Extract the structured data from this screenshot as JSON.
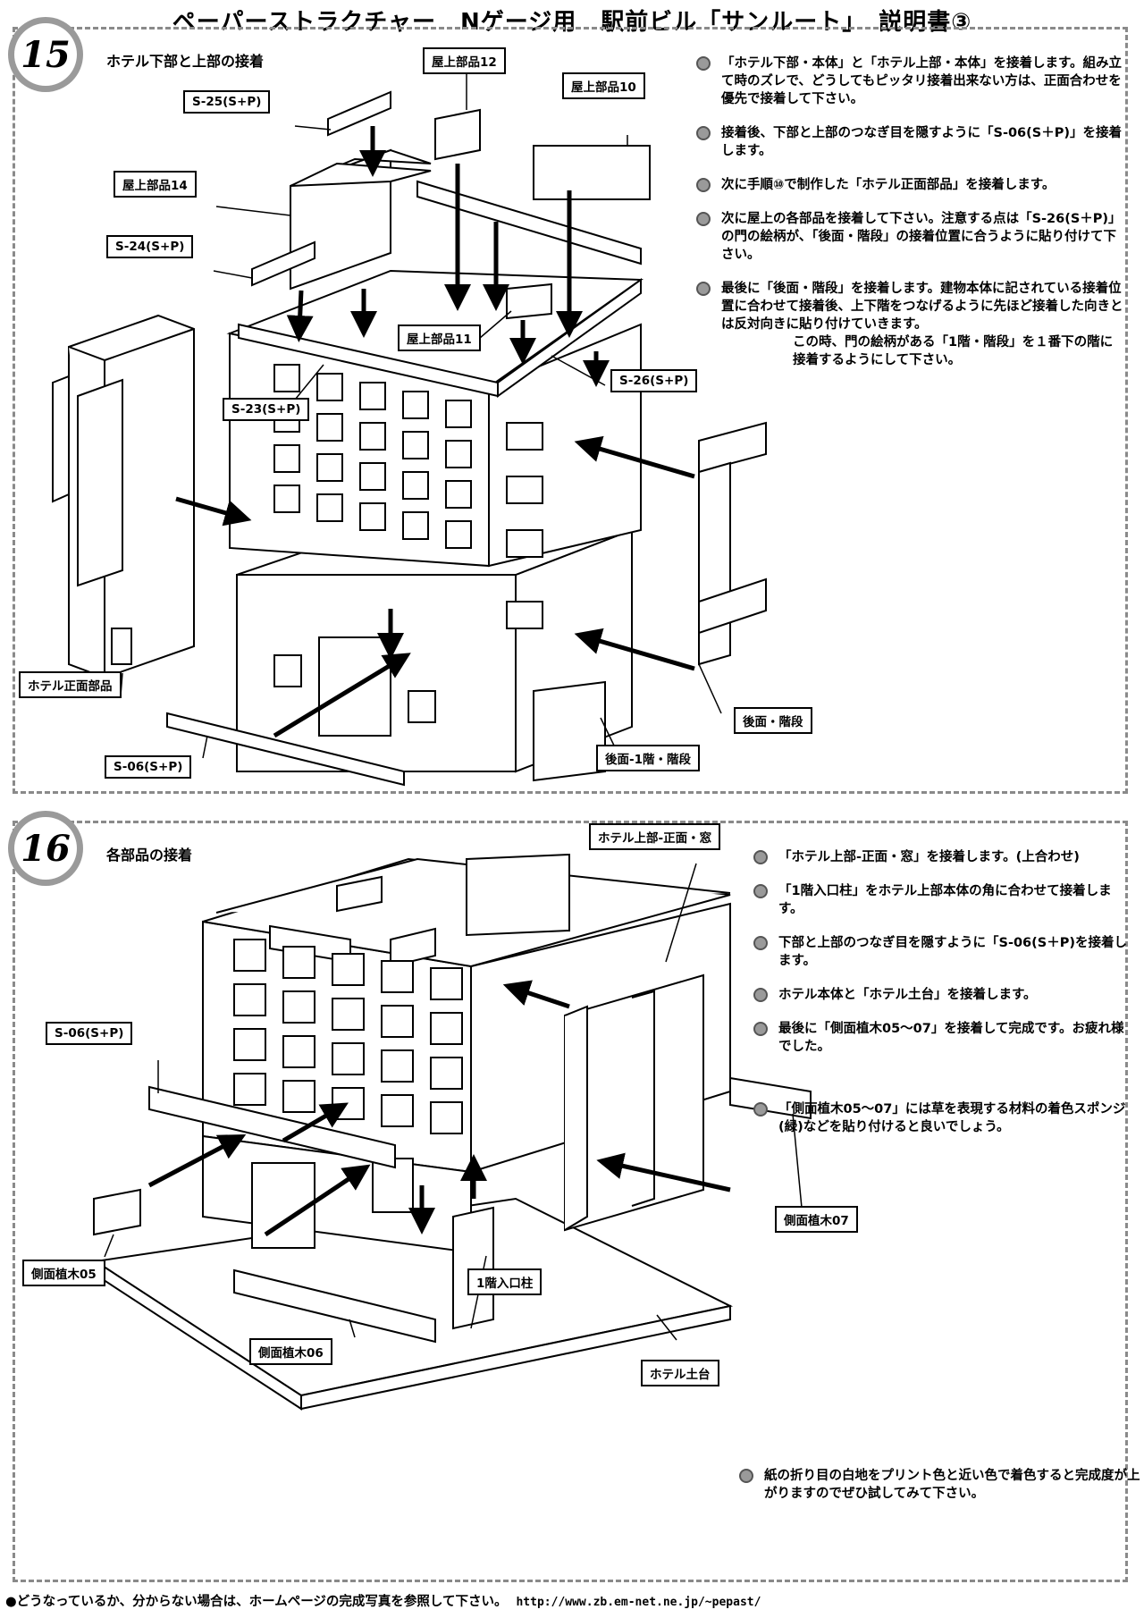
{
  "title": "ペーパーストラクチャー　Nゲージ用　駅前ビル「サンルート」　説明書③",
  "step15": {
    "number": "15",
    "heading": "ホテル下部と上部の接着",
    "instructions": [
      "「ホテル下部・本体」と「ホテル上部・本体」を接着します。組み立て時のズレで、どうしてもピッタリ接着出来ない方は、正面合わせを優先で接着して下さい。",
      "接着後、下部と上部のつなぎ目を隠すように「S-06(S＋P)」を接着します。",
      "次に手順⑩で制作した「ホテル正面部品」を接着します。",
      "次に屋上の各部品を接着して下さい。注意する点は「S-26(S＋P)」の門の絵柄が、「後面・階段」の接着位置に合うように貼り付けて下さい。",
      "最後に「後面・階段」を接着します。建物本体に記されている接着位置に合わせて接着後、上下階をつなげるように先ほど接着した向きとは反対向きに貼り付けていきます。"
    ],
    "note": "この時、門の絵柄がある「1階・階段」を１番下の階に接着するようにして下さい。",
    "labels": {
      "s25": "S-25(S+P)",
      "roof12": "屋上部品12",
      "roof10": "屋上部品10",
      "roof14": "屋上部品14",
      "s24": "S-24(S+P)",
      "roof11": "屋上部品11",
      "s26": "S-26(S+P)",
      "s23": "S-23(S+P)",
      "front": "ホテル正面部品",
      "s06": "S-06(S+P)",
      "rear_stairs": "後面・階段",
      "rear1_stairs": "後面-1階・階段"
    }
  },
  "step16": {
    "number": "16",
    "heading": "各部品の接着",
    "instructions": [
      "「ホテル上部-正面・窓」を接着します。(上合わせ)",
      "「1階入口柱」をホテル上部本体の角に合わせて接着します。",
      "下部と上部のつなぎ目を隠すように「S-06(S＋P)を接着します。",
      "ホテル本体と「ホテル土台」を接着します。",
      "最後に「側面植木05～07」を接着して完成です。お疲れ様でした。",
      "「側面植木05～07」には草を表現する材料の着色スポンジ(緑)などを貼り付けると良いでしょう。"
    ],
    "final_note": "紙の折り目の白地をプリント色と近い色で着色すると完成度が上がりますのでぜひ試してみて下さい。",
    "labels": {
      "upper_front": "ホテル上部-正面・窓",
      "s06": "S-06(S+P)",
      "plant07": "側面植木07",
      "plant05": "側面植木05",
      "plant06": "側面植木06",
      "pillar": "1階入口柱",
      "base": "ホテル土台"
    }
  },
  "footer": {
    "text": "●どうなっているか、分からない場合は、ホームページの完成写真を参照して下さい。",
    "url": "http://www.zb.em-net.ne.jp/~pepast/"
  }
}
